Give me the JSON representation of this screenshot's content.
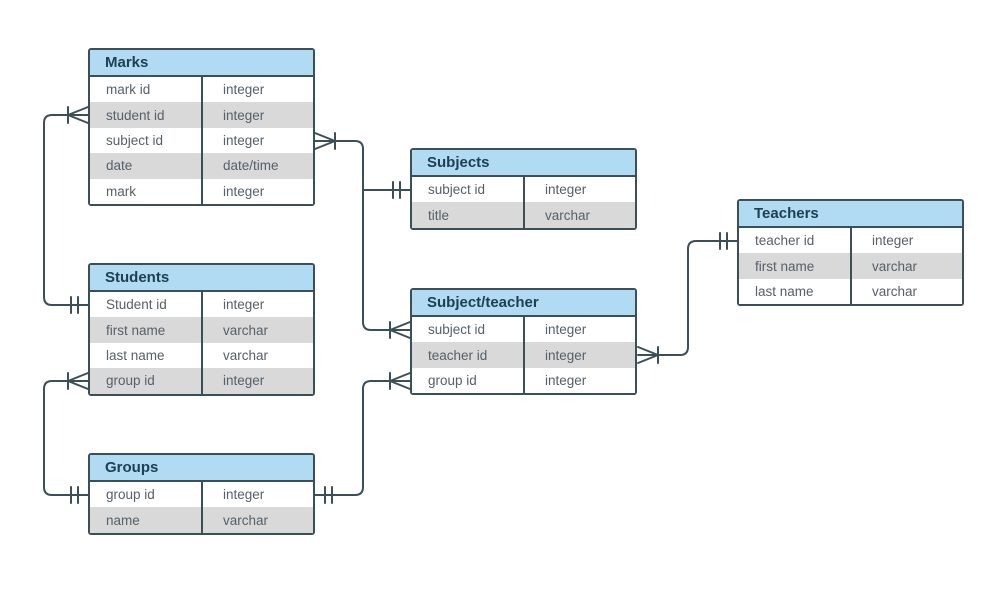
{
  "diagram": {
    "type": "entity-relationship",
    "notation": "crows-foot",
    "colors": {
      "canvas": "#ffffff",
      "table_border": "#3c4e58",
      "connector_line": "#3c4e58",
      "header_fill": "#b0dbf2",
      "header_text": "#1e4051",
      "row_text": "#55606a",
      "row_alt_fill": "#d9d9d9",
      "row_fill": "#ffffff"
    },
    "tables": [
      {
        "id": "marks",
        "title": "Marks",
        "rows": [
          {
            "field": "mark id",
            "type": "integer"
          },
          {
            "field": "student id",
            "type": "integer"
          },
          {
            "field": "subject id",
            "type": "integer"
          },
          {
            "field": "date",
            "type": "date/time"
          },
          {
            "field": "mark",
            "type": "integer"
          }
        ]
      },
      {
        "id": "subjects",
        "title": "Subjects",
        "rows": [
          {
            "field": "subject id",
            "type": "integer"
          },
          {
            "field": "title",
            "type": "varchar"
          }
        ]
      },
      {
        "id": "students",
        "title": "Students",
        "rows": [
          {
            "field": "Student id",
            "type": "integer"
          },
          {
            "field": "first name",
            "type": "varchar"
          },
          {
            "field": "last name",
            "type": "varchar"
          },
          {
            "field": "group id",
            "type": "integer"
          }
        ]
      },
      {
        "id": "subject-teacher",
        "title": "Subject/teacher",
        "rows": [
          {
            "field": "subject id",
            "type": "integer"
          },
          {
            "field": "teacher id",
            "type": "integer"
          },
          {
            "field": "group id",
            "type": "integer"
          }
        ]
      },
      {
        "id": "teachers",
        "title": "Teachers",
        "rows": [
          {
            "field": "teacher id",
            "type": "integer"
          },
          {
            "field": "first name",
            "type": "varchar"
          },
          {
            "field": "last name",
            "type": "varchar"
          }
        ]
      },
      {
        "id": "groups",
        "title": "Groups",
        "rows": [
          {
            "field": "group id",
            "type": "integer"
          },
          {
            "field": "name",
            "type": "varchar"
          }
        ]
      }
    ],
    "relationships": [
      {
        "from": "Marks.student id",
        "from_cardinality": "many",
        "to": "Students.Student id",
        "to_cardinality": "one"
      },
      {
        "from": "Students.group id",
        "from_cardinality": "many",
        "to": "Groups.group id",
        "to_cardinality": "one"
      },
      {
        "from": "Subject/teacher.group id",
        "from_cardinality": "many",
        "to": "Groups.group id",
        "to_cardinality": "one"
      },
      {
        "from": "Marks.subject id",
        "from_cardinality": "many",
        "to": "Subjects.subject id",
        "to_cardinality": "one"
      },
      {
        "from": "Subject/teacher.subject id",
        "from_cardinality": "many",
        "to": "Subjects.subject id",
        "to_cardinality": "one"
      },
      {
        "from": "Subject/teacher.teacher id",
        "from_cardinality": "many",
        "to": "Teachers.teacher id",
        "to_cardinality": "one"
      }
    ]
  }
}
